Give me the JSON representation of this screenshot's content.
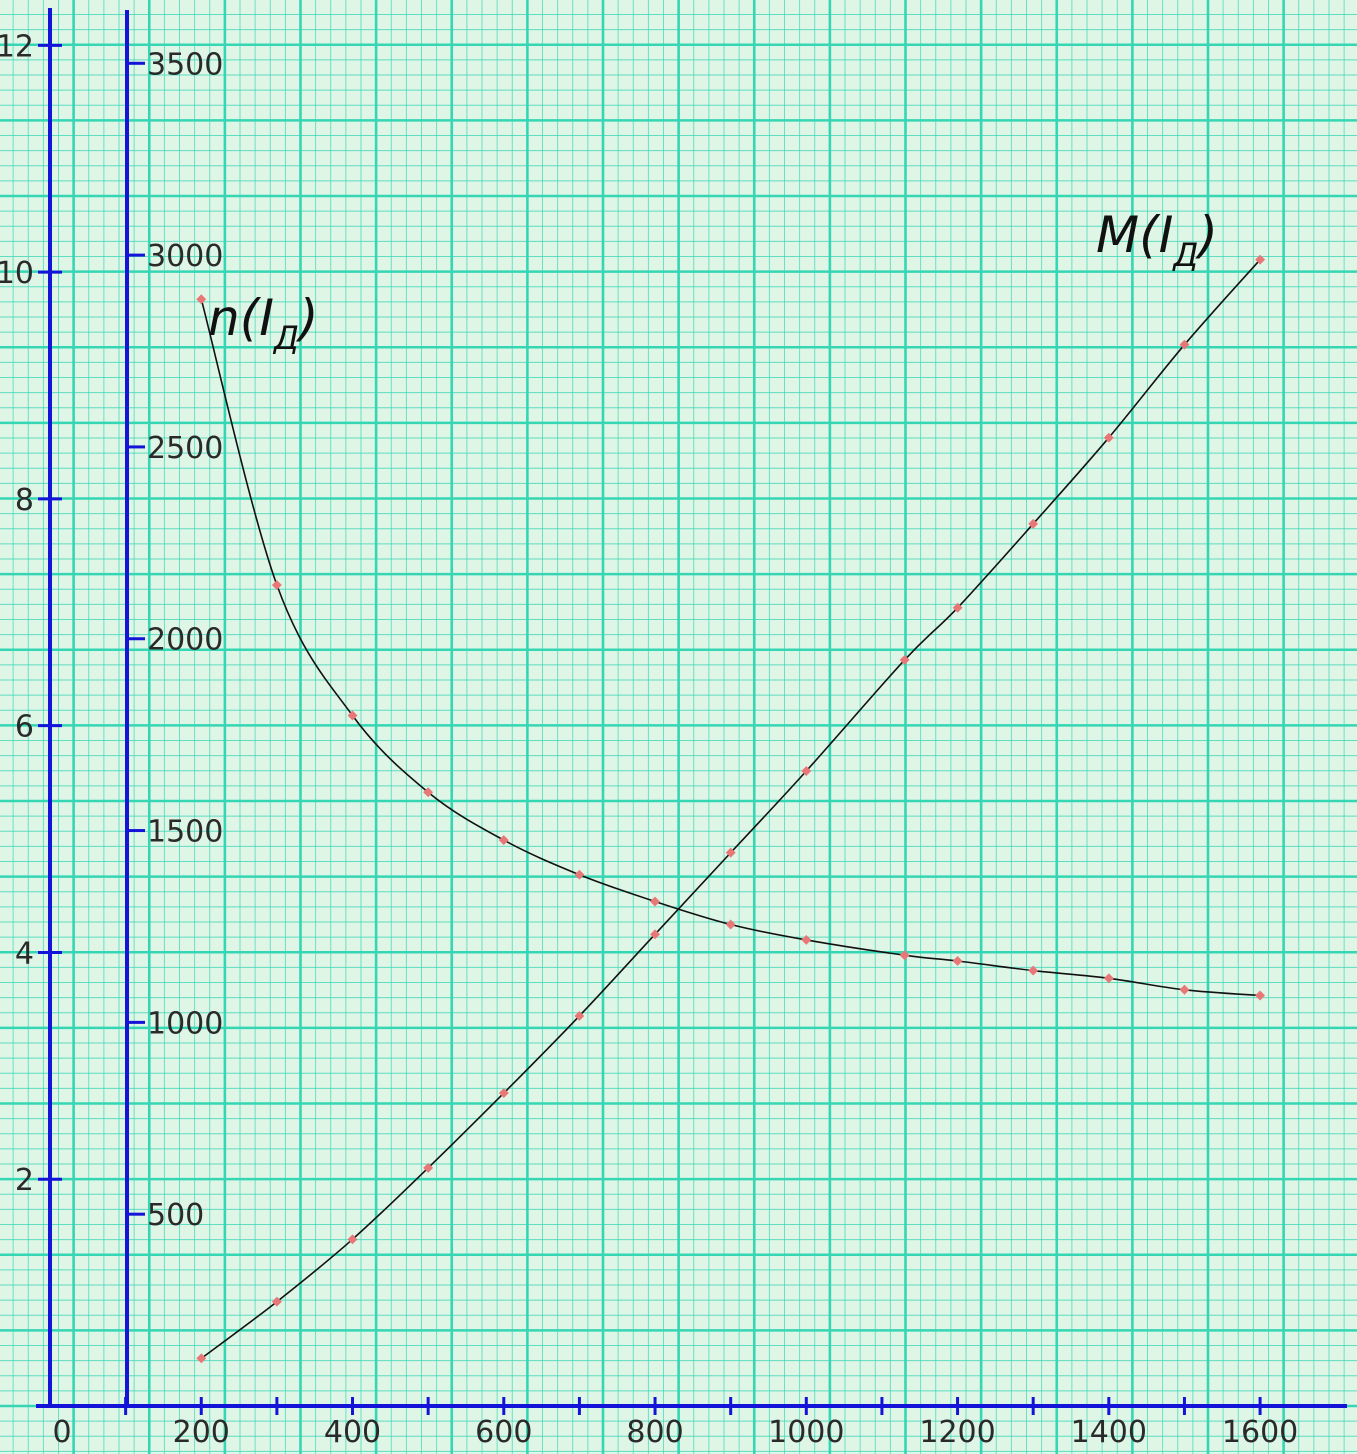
{
  "chart_data": {
    "type": "line",
    "background_color": "#dff5e6",
    "grid_color": "#35d6b4",
    "axis_color": "#1414d8",
    "curve_color": "#111111",
    "marker_color": "#e87878",
    "grid": true,
    "x": {
      "range": [
        0,
        1700
      ],
      "ticks": [
        0,
        200,
        400,
        600,
        800,
        1000,
        1200,
        1400,
        1600
      ]
    },
    "y_left": {
      "range": [
        0,
        12.4
      ],
      "ticks": [
        2,
        4,
        6,
        8,
        10,
        12
      ]
    },
    "y_right": {
      "range": [
        0,
        3665
      ],
      "ticks": [
        500,
        1000,
        1500,
        2000,
        2500,
        3000,
        3500
      ]
    },
    "series": [
      {
        "name_main": "n(I",
        "name_sub": "Д",
        "name_end": ")",
        "axis": "right",
        "x": [
          200,
          300,
          400,
          500,
          600,
          700,
          800,
          900,
          1000,
          1130,
          1200,
          1300,
          1400,
          1500,
          1600
        ],
        "y": [
          2885,
          2140,
          1800,
          1600,
          1475,
          1385,
          1315,
          1255,
          1215,
          1175,
          1160,
          1135,
          1115,
          1085,
          1070
        ]
      },
      {
        "name_main": "M(I",
        "name_sub": "Д",
        "name_end": ")",
        "axis": "left",
        "x": [
          200,
          300,
          400,
          500,
          600,
          700,
          800,
          900,
          1000,
          1130,
          1200,
          1300,
          1400,
          1500,
          1600
        ],
        "y": [
          0.42,
          0.92,
          1.47,
          2.1,
          2.76,
          3.44,
          4.16,
          4.88,
          5.6,
          6.58,
          7.04,
          7.78,
          8.54,
          9.36,
          10.11
        ]
      }
    ]
  }
}
